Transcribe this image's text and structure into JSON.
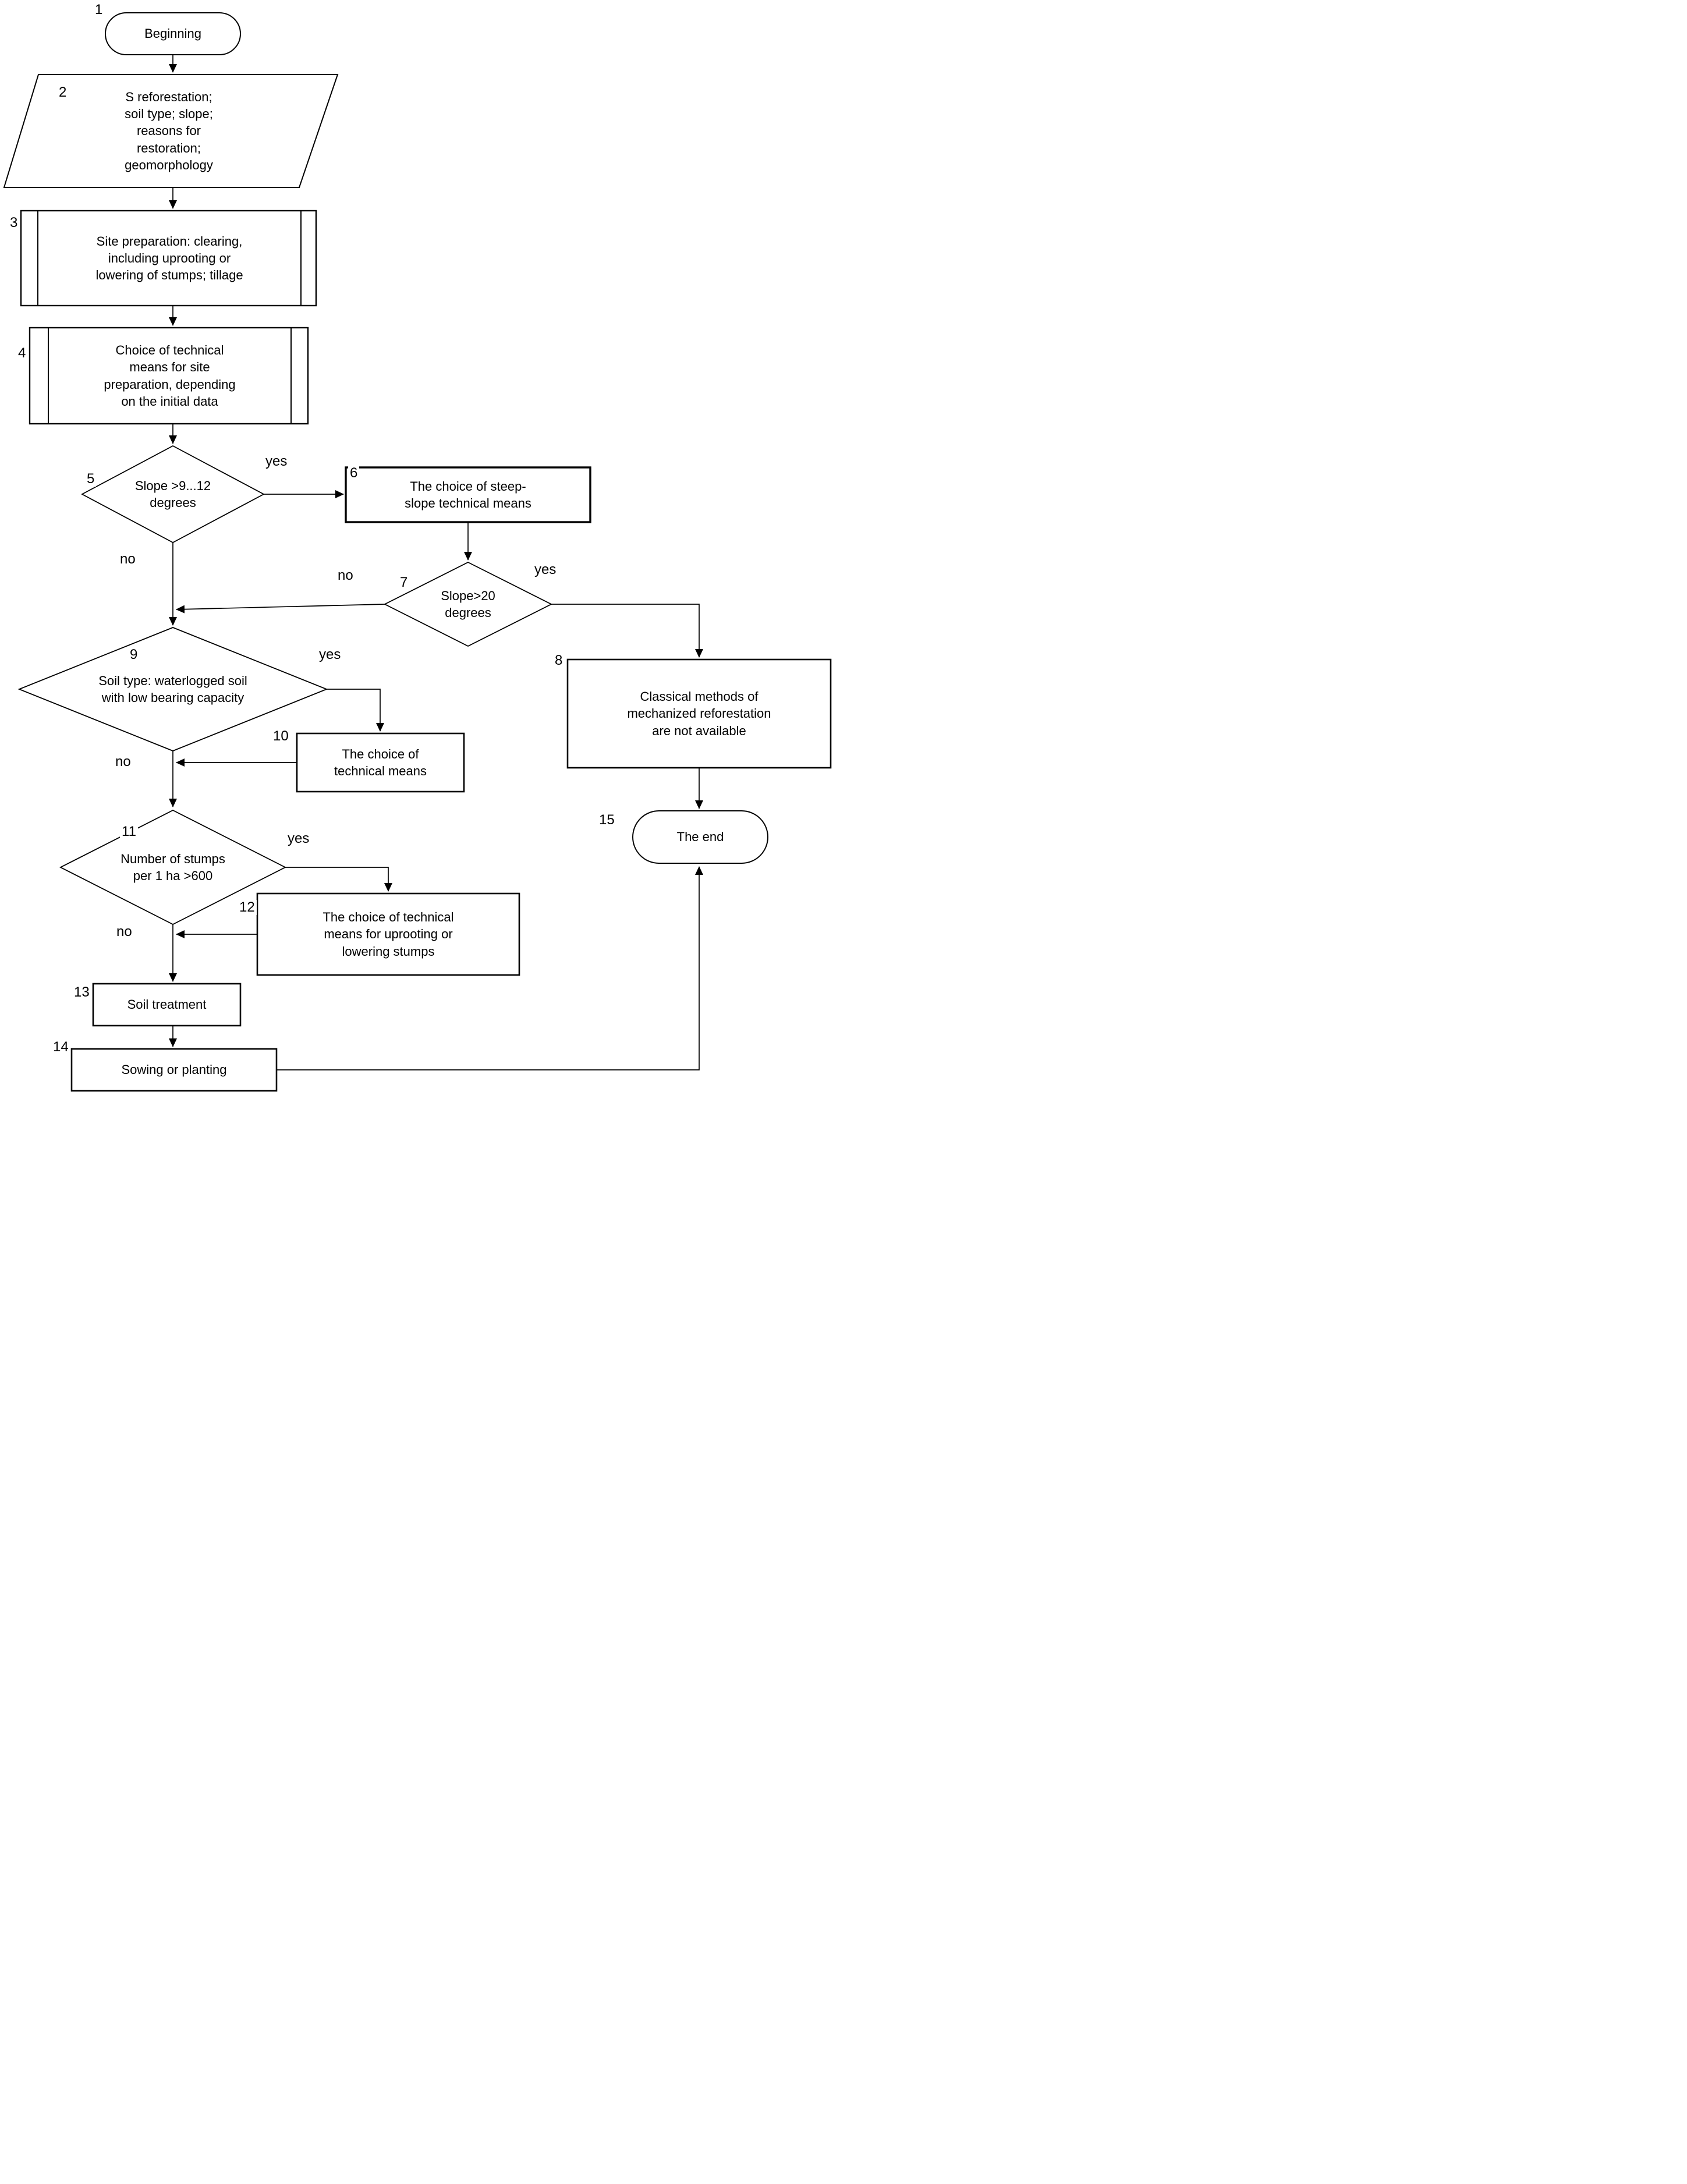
{
  "diagram": {
    "type": "flowchart",
    "description": "Reforestation site preparation decision flowchart",
    "nodes": {
      "n1": {
        "num": "1",
        "shape": "terminator",
        "label": "Beginning"
      },
      "n2": {
        "num": "2",
        "shape": "parallelogram-input",
        "label": "S reforestation;\nsoil type; slope;\nreasons for\nrestoration;\ngeomorphology"
      },
      "n3": {
        "num": "3",
        "shape": "predefined-process",
        "label": "Site preparation: clearing,\nincluding uprooting or\nlowering of stumps; tillage"
      },
      "n4": {
        "num": "4",
        "shape": "predefined-process",
        "label": "Choice of technical\nmeans for site\npreparation, depending\non the initial data"
      },
      "n5": {
        "num": "5",
        "shape": "decision",
        "label": "Slope >9...12\ndegrees"
      },
      "n6": {
        "num": "6",
        "shape": "process",
        "label": "The choice of steep-\nslope technical means"
      },
      "n7": {
        "num": "7",
        "shape": "decision",
        "label": "Slope>20\ndegrees"
      },
      "n8": {
        "num": "8",
        "shape": "process",
        "label": "Classical methods of\nmechanized reforestation\nare not available"
      },
      "n9": {
        "num": "9",
        "shape": "decision",
        "label": "Soil type: waterlogged soil\nwith low bearing capacity"
      },
      "n10": {
        "num": "10",
        "shape": "process",
        "label": "The choice of\ntechnical means"
      },
      "n11": {
        "num": "11",
        "shape": "decision",
        "label": "Number of stumps\nper 1 ha >600"
      },
      "n12": {
        "num": "12",
        "shape": "process",
        "label": "The choice of technical\nmeans for uprooting or\nlowering stumps"
      },
      "n13": {
        "num": "13",
        "shape": "process",
        "label": "Soil treatment"
      },
      "n14": {
        "num": "14",
        "shape": "process",
        "label": "Sowing or planting"
      },
      "n15": {
        "num": "15",
        "shape": "terminator",
        "label": "The end"
      }
    },
    "branch_labels": {
      "yes": "yes",
      "no": "no"
    },
    "colors": {
      "stroke": "#000000",
      "background": "#ffffff"
    }
  }
}
